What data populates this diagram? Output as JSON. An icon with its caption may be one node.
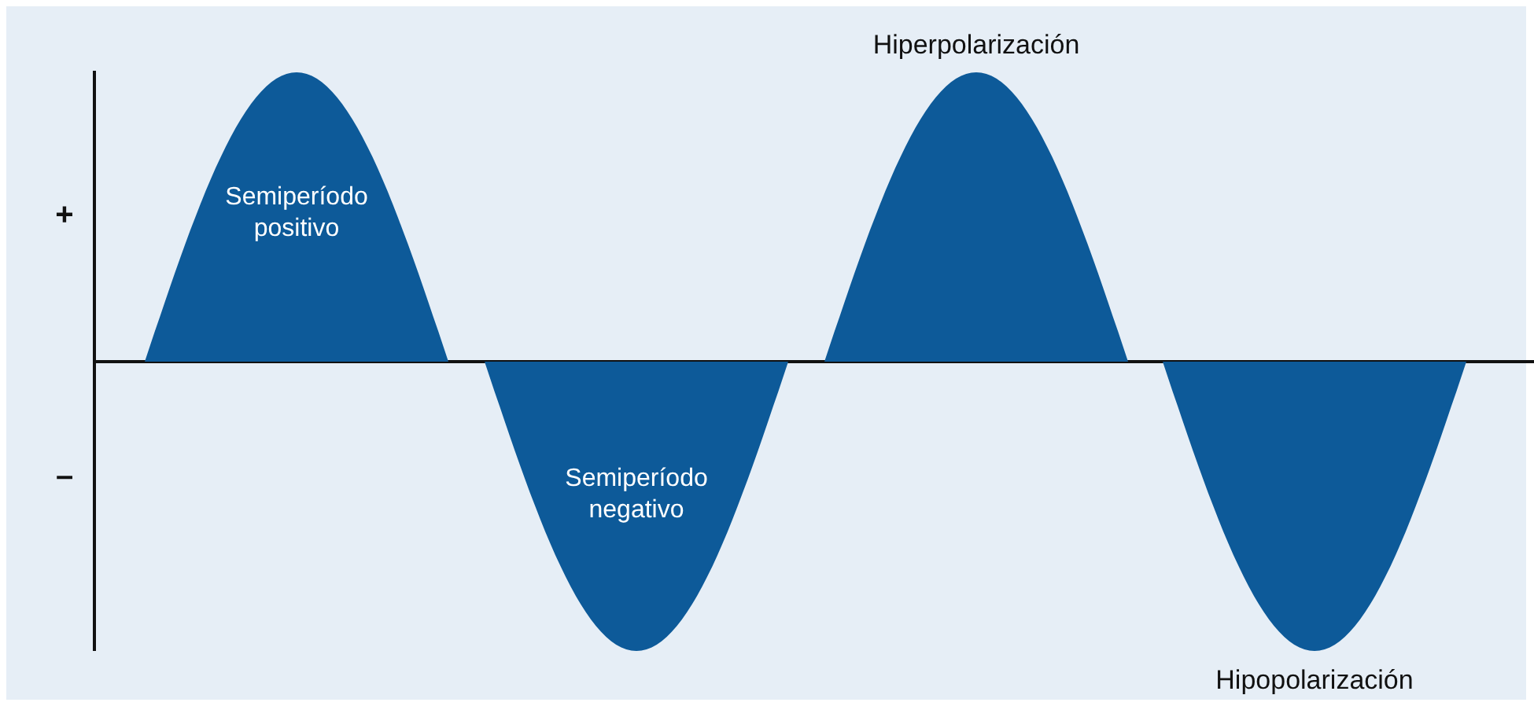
{
  "diagram": {
    "nodes": [
      {
        "text": [
          "Semiperíodo positivo"
        ]
      },
      {
        "text": [
          "Semiperíodo negativo"
        ]
      },
      {
        "text": [
          "Hiperpolarización"
        ]
      },
      {
        "text": [
          "Hipopolarización"
        ]
      }
    ],
    "labels": [
      "+",
      "–"
    ]
  }
}
